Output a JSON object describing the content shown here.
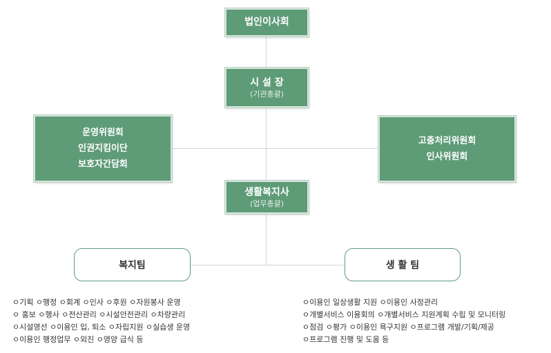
{
  "board": {
    "title": "법인이사회"
  },
  "director": {
    "title": "시 설 장",
    "subtitle": "(기관총괄)"
  },
  "left_committees": [
    "운영위원회",
    "인권지킴이단",
    "보호자간담회"
  ],
  "right_committees": [
    "고충처리위원회",
    "인사위원회"
  ],
  "social_worker": {
    "title": "생활복지사",
    "subtitle": "(업무총괄)"
  },
  "welfare_team": {
    "title": "복지팀",
    "duties": [
      "ㅇ기획 ㅇ행정 ㅇ회계 ㅇ인사 ㅇ후원 ㅇ자원봉사 운영",
      "ㅇ 홍보 ㅇ행사 ㅇ전산관리 ㅇ시설안전관리 ㅇ차량관리",
      "ㅇ시설영선 ㅇ이용인 입, 퇴소 ㅇ자립지원 ㅇ실습생 운영",
      "ㅇ이용인 행정업무 ㅇ외진 ㅇ영양 급식 등"
    ]
  },
  "life_team": {
    "title": "생 활 팀",
    "duties": [
      "ㅇ이용인 일상생활 지원 ㅇ이용인 사정관리",
      "ㅇ개별서비스 이용회의 ㅇ개별서비스 지원계획 수립 및 모니터링",
      "ㅇ점검 ㅇ평가 ㅇ이용인 욕구지원 ㅇ프로그램 개발/기획/제공",
      "ㅇ프로그램 진행 및 도움 등"
    ]
  }
}
